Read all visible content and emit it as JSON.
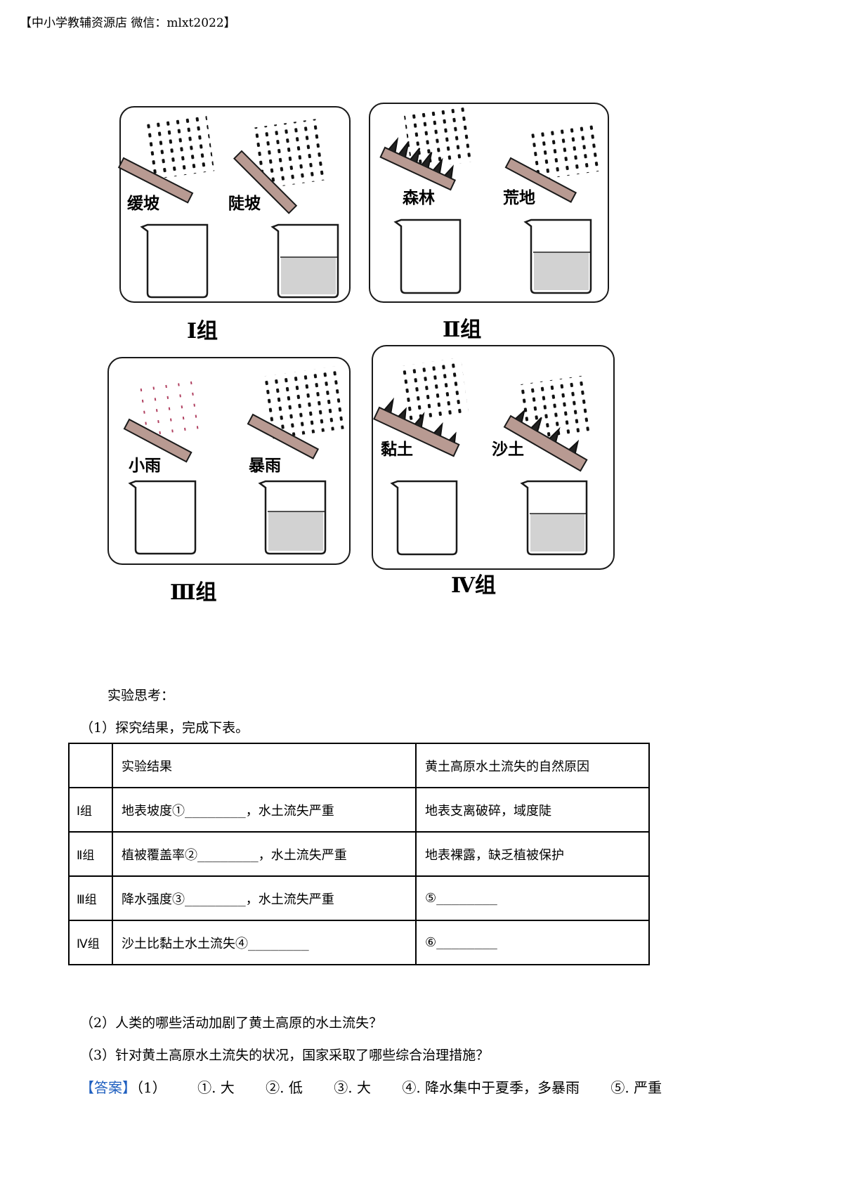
{
  "header": "【中小学教辅资源店 微信：mlxt2022】",
  "figure": {
    "groups": [
      {
        "label": "Ⅰ组",
        "left_label": "缓坡",
        "right_label": "陡坡"
      },
      {
        "label": "Ⅱ组",
        "left_label": "森林",
        "right_label": "荒地"
      },
      {
        "label": "Ⅲ组",
        "left_label": "小雨",
        "right_label": "暴雨"
      },
      {
        "label": "Ⅳ组",
        "left_label": "黏土",
        "right_label": "沙土"
      }
    ],
    "colors": {
      "slope_fill": "#b89a92",
      "water_fill": "#d2d2d2",
      "outline": "#1a1a1a"
    }
  },
  "section_title": "实验思考：",
  "q1": "（1）探究结果，完成下表。",
  "table": {
    "headers": [
      "",
      "实验结果",
      "黄土高原水土流失的自然原因"
    ],
    "rows": [
      [
        "Ⅰ组",
        "地表坡度①________，水土流失严重",
        "地表支离破碎，域度陡"
      ],
      [
        "Ⅱ组",
        "植被覆盖率②________，水土流失严重",
        "地表裸露，缺乏植被保护"
      ],
      [
        "Ⅲ组",
        "降水强度③________，水土流失严重",
        "⑤________"
      ],
      [
        "Ⅳ组",
        "沙土比黏土水土流失④________",
        "⑥________"
      ]
    ]
  },
  "q2": "（2）人类的哪些活动加剧了黄土高原的水土流失？",
  "q3": "（3）针对黄土高原水土流失的状况，国家采取了哪些综合治理措施？",
  "answer": {
    "tag": "【答案】",
    "prefix": "（1）",
    "items": [
      "①. 大",
      "②. 低",
      "③. 大",
      "④. 降水集中于夏季，多暴雨",
      "⑤. 严重"
    ]
  }
}
